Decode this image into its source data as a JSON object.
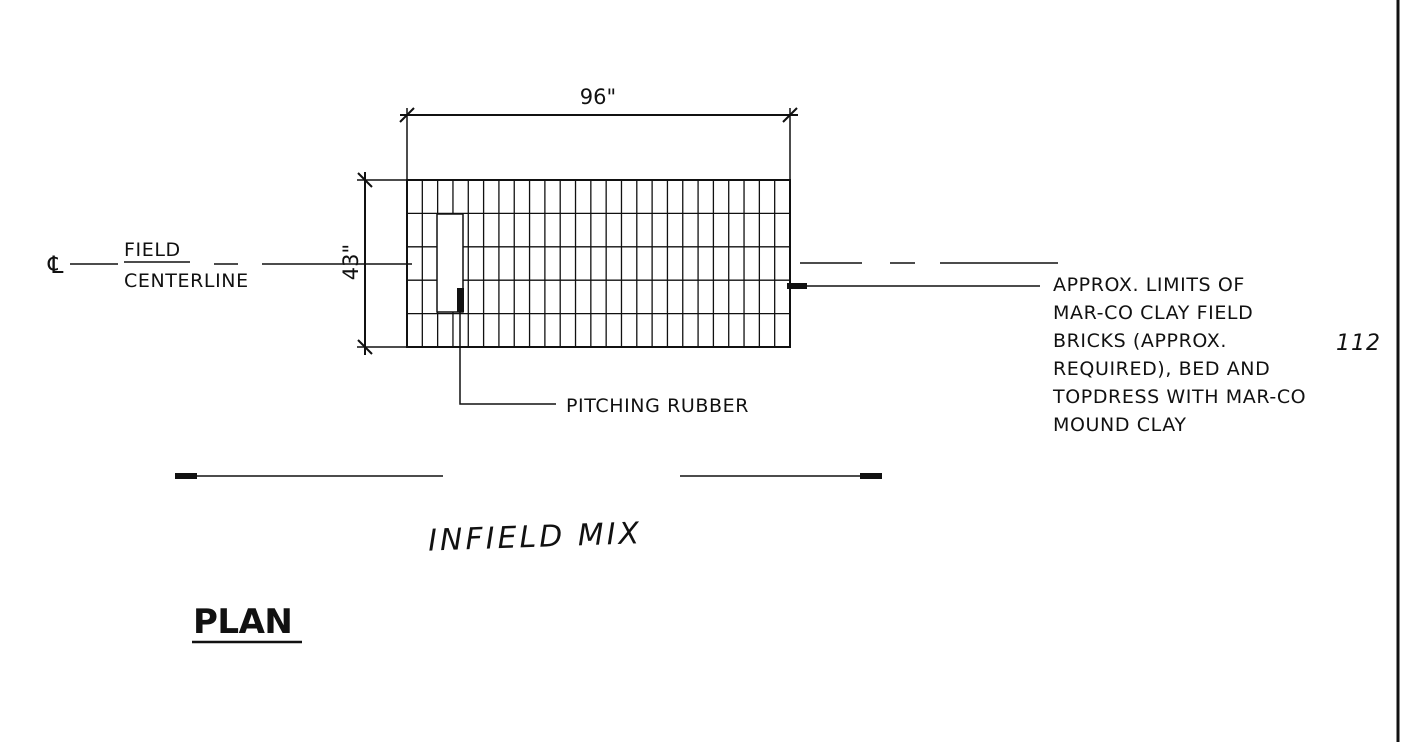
{
  "dimensions": {
    "width": "96\"",
    "height": "43\""
  },
  "centerline": {
    "symbol": "℄",
    "line1": "FIELD",
    "line2": "CENTERLINE"
  },
  "pitching_rubber": "PITCHING RUBBER",
  "limits_note": {
    "lines": [
      "APPROX. LIMITS OF",
      "MAR-CO CLAY FIELD",
      "BRICKS (APPROX.",
      "REQUIRED), BED AND",
      "TOPDRESS WITH MAR-CO",
      "MOUND CLAY"
    ]
  },
  "handwritten_count": "112",
  "handwritten_note": "INFIELD MIX",
  "title": "PLAN"
}
